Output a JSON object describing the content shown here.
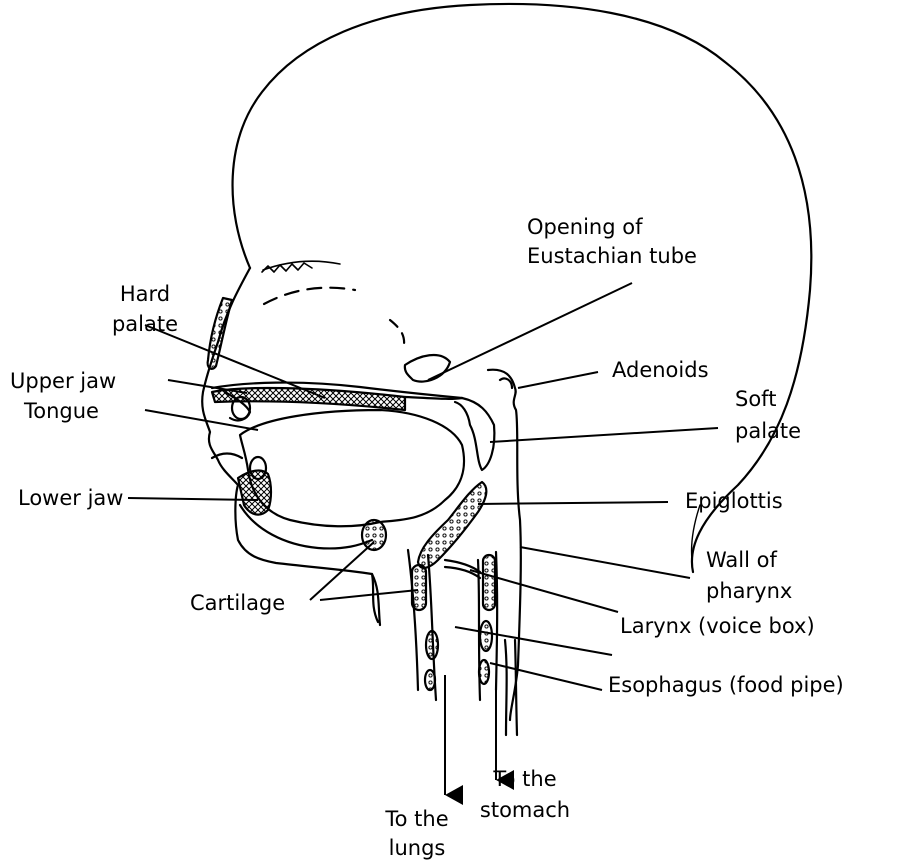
{
  "colors": {
    "ink": "#000000",
    "paper": "#ffffff"
  },
  "labels": {
    "eustachian_1": "Opening of",
    "eustachian_2": "Eustachian tube",
    "hard_palate_1": "Hard",
    "hard_palate_2": "palate",
    "upper_jaw": "Upper jaw",
    "tongue": "Tongue",
    "lower_jaw": "Lower jaw",
    "cartilage": "Cartilage",
    "adenoids": "Adenoids",
    "soft_palate_1": "Soft",
    "soft_palate_2": "palate",
    "epiglottis": "Epiglottis",
    "wall_pharynx_1": "Wall of",
    "wall_pharynx_2": "pharynx",
    "larynx": "Larynx (voice box)",
    "esophagus": "Esophagus (food pipe)",
    "to_stomach_1": "To the",
    "to_stomach_2": "stomach",
    "to_lungs_1": "To the",
    "to_lungs_2": "lungs"
  }
}
